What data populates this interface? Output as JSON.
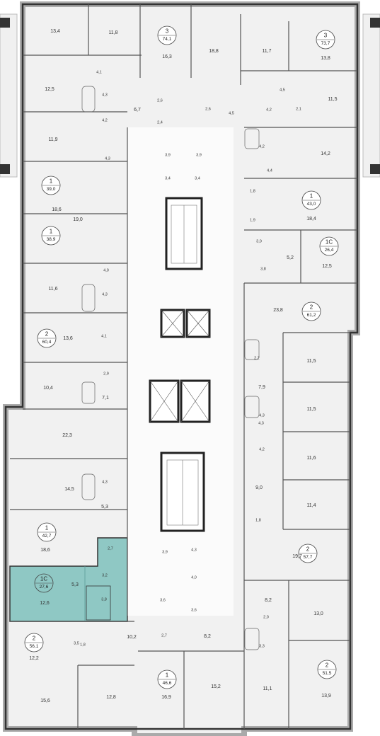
{
  "accent": "#8fc8c4",
  "highlighted_apartment": {
    "type": "1С",
    "area": "27,6"
  },
  "apartments": [
    {
      "id": "a1",
      "type": "3",
      "area": "74,1"
    },
    {
      "id": "a2",
      "type": "3",
      "area": "73,7"
    },
    {
      "id": "a3",
      "type": "1",
      "area": "39,0"
    },
    {
      "id": "a4",
      "type": "1",
      "area": "43,0"
    },
    {
      "id": "a5",
      "type": "1",
      "area": "38,9"
    },
    {
      "id": "a6",
      "type": "1С",
      "area": "26,4"
    },
    {
      "id": "a7",
      "type": "2",
      "area": "61,2"
    },
    {
      "id": "a8",
      "type": "2",
      "area": "60,4"
    },
    {
      "id": "a9",
      "type": "1",
      "area": "42,7"
    },
    {
      "id": "a10",
      "type": "2",
      "area": "57,7"
    },
    {
      "id": "a11",
      "type": "1С",
      "area": "27,6"
    },
    {
      "id": "a12",
      "type": "2",
      "area": "56,1"
    },
    {
      "id": "a13",
      "type": "1",
      "area": "46,6"
    },
    {
      "id": "a14",
      "type": "2",
      "area": "51,5"
    }
  ],
  "rooms": [
    "13,4",
    "11,8",
    "16,3",
    "18,8",
    "11,7",
    "13,8",
    "4,1",
    "12,5",
    "4,3",
    "6,7",
    "2,6",
    "2,6",
    "4,5",
    "11,5",
    "2,1",
    "4,2",
    "2,4",
    "4,2",
    "11,9",
    "4,2",
    "14,2",
    "4,3",
    "3,9",
    "3,9",
    "3,4",
    "3,4",
    "4,4",
    "18,6",
    "1,8",
    "18,4",
    "1,9",
    "19,0",
    "3,0",
    "5,2",
    "12,5",
    "3,8",
    "4,0",
    "11,6",
    "4,3",
    "23,8",
    "13,6",
    "4,1",
    "2,2",
    "11,5",
    "2,9",
    "10,4",
    "7,9",
    "7,1",
    "11,5",
    "4,3",
    "22,3",
    "4,2",
    "11,6",
    "4,3",
    "9,0",
    "14,5",
    "11,4",
    "5,3",
    "1,8",
    "2,7",
    "18,6",
    "3,9",
    "4,3",
    "19,7",
    "4,0",
    "3,2",
    "8,2",
    "3,6",
    "5,3",
    "3,8",
    "12,6",
    "3,6",
    "2,0",
    "13,0",
    "3,3",
    "2,7",
    "8,2",
    "10,2",
    "3,5",
    "1,8",
    "12,2",
    "15,6",
    "12,8",
    "16,9",
    "15,2",
    "11,1",
    "13,9",
    "4,5",
    "4,3"
  ]
}
